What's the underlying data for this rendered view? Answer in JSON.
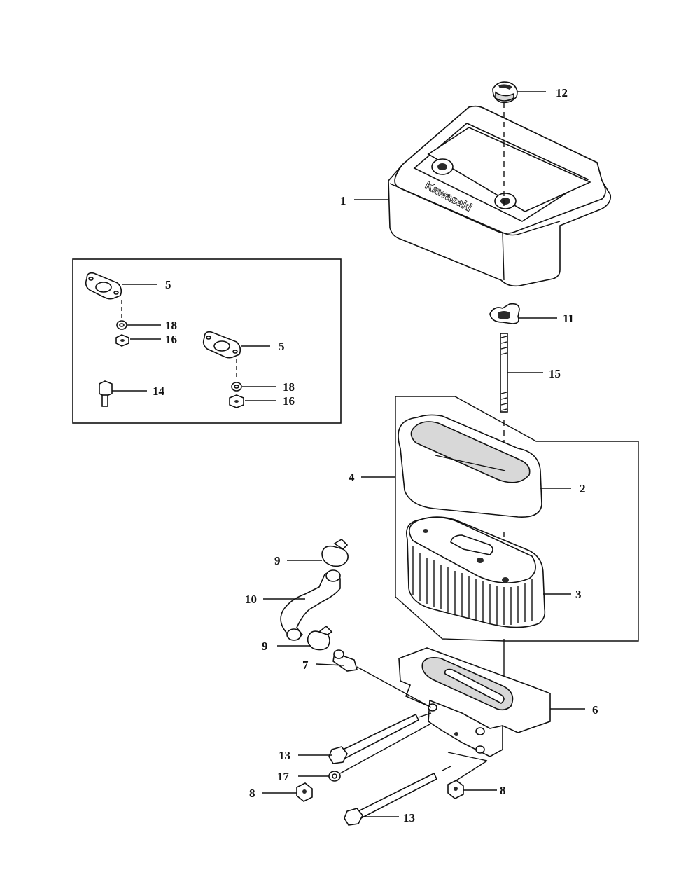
{
  "brand_logo": "Kawasaki",
  "callouts": {
    "c1": "1",
    "c2": "2",
    "c3": "3",
    "c4": "4",
    "c5a": "5",
    "c5b": "5",
    "c6": "6",
    "c7": "7",
    "c8a": "8",
    "c8b": "8",
    "c9a": "9",
    "c9b": "9",
    "c10": "10",
    "c11": "11",
    "c12": "12",
    "c13a": "13",
    "c13b": "13",
    "c14": "14",
    "c15": "15",
    "c16a": "16",
    "c16b": "16",
    "c17": "17",
    "c18a": "18",
    "c18b": "18"
  }
}
